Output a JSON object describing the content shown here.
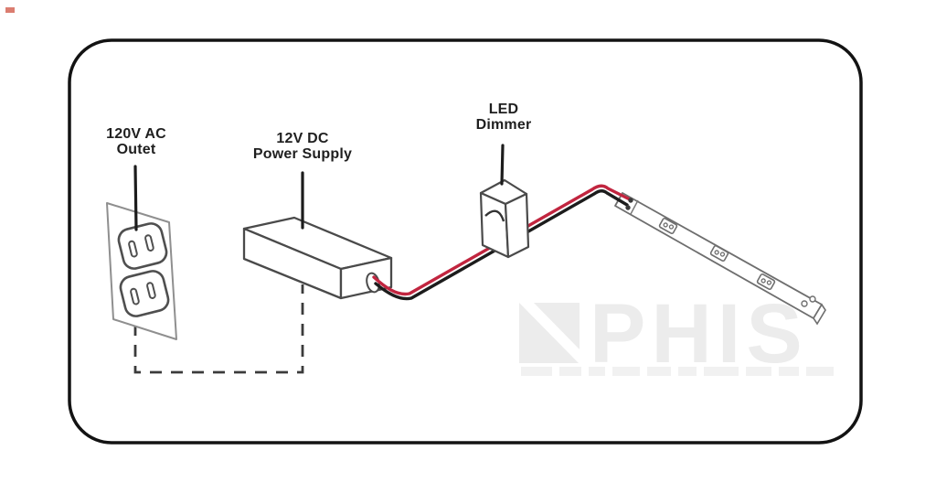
{
  "labels": {
    "outlet": {
      "line1": "120V AC",
      "line2": "Outet"
    },
    "power_supply": {
      "line1": "12V DC",
      "line2": "Power Supply"
    },
    "dimmer": {
      "line1": "LED",
      "line2": "Dimmer"
    }
  },
  "watermark": {
    "text": "PHIS"
  },
  "colors": {
    "frame": "#131313",
    "component_outline": "#4a4a4a",
    "strip_outline": "#6e6e6e",
    "label_text": "#1f1f1f",
    "wire_red": "#c1253f",
    "wire_black": "#1c1c1c",
    "dashed_line": "#3b3b3b",
    "watermark": "#ececec"
  }
}
